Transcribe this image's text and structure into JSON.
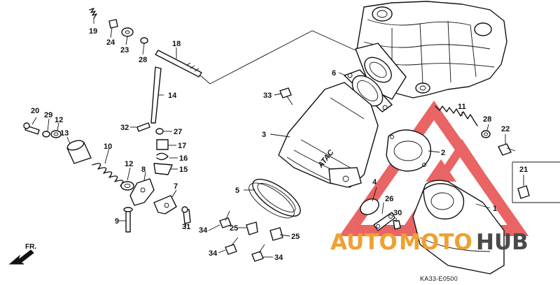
{
  "diagram_code": "KA33-E0500",
  "front_label": "FR.",
  "watermark": {
    "text_auto": "AUTO",
    "text_moto": "MOTO",
    "text_hub": "HUB",
    "color_auto": "#f0a030",
    "color_moto": "#f0a030",
    "color_hub": "#4a4a4a",
    "logo_color": "#e64a4a"
  },
  "callouts": {
    "c1": "1",
    "c2": "2",
    "c3": "3",
    "c4": "4",
    "c5": "5",
    "c6": "6",
    "c7": "7",
    "c8": "8",
    "c9": "9",
    "c10": "10",
    "c11": "11",
    "c12a": "12",
    "c12b": "12",
    "c13": "13",
    "c14": "14",
    "c15": "15",
    "c16": "16",
    "c17": "17",
    "c18": "18",
    "c19": "19",
    "c20": "20",
    "c21": "21",
    "c22": "22",
    "c23": "23",
    "c24": "24",
    "c25a": "25",
    "c25b": "25",
    "c26": "26",
    "c27": "27",
    "c28a": "28",
    "c28b": "28",
    "c29": "29",
    "c30": "30",
    "c31": "31",
    "c32": "32",
    "c33": "33",
    "c34a": "34",
    "c34b": "34",
    "c34c": "34"
  },
  "atac_label": "ATAC"
}
